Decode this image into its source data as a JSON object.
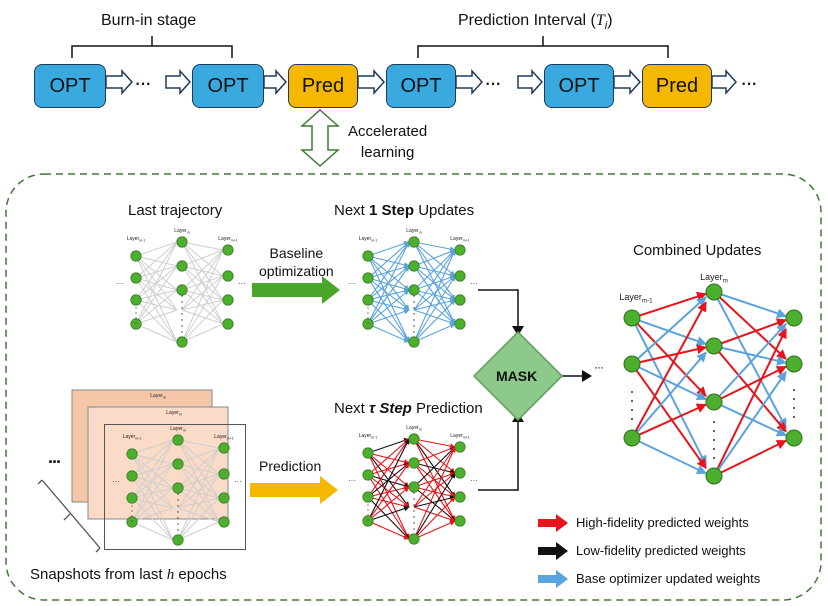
{
  "top": {
    "burn_in_label": "Burn-in stage",
    "prediction_interval_label": "Prediction Interval (",
    "prediction_interval_math": "T",
    "prediction_interval_sub": "i",
    "prediction_interval_close": ")",
    "boxes": [
      "OPT",
      "OPT",
      "Pred",
      "OPT",
      "OPT",
      "Pred"
    ],
    "ellipsis": "···"
  },
  "accelerated_label": [
    "Accelerated",
    "learning"
  ],
  "main": {
    "last_trajectory_label": "Last trajectory",
    "next1_pre": "Next ",
    "next1_bold": "1 Step",
    "next1_post": " Updates",
    "baseline_label": [
      "Baseline",
      "optimization"
    ],
    "prediction_label": "Prediction",
    "nexttau_pre": "Next ",
    "nexttau_bold": "τ Step",
    "nexttau_post": " Prediction",
    "mask_label": "MASK",
    "combined_label": "Combined Updates",
    "snapshots_pre": "Snapshots from last ",
    "snapshots_var": "h",
    "snapshots_post": " epochs",
    "ellipsis": "···"
  },
  "layer_labels": {
    "prev": "Layer",
    "prev_sub": "m-1",
    "cur": "Layer",
    "cur_sub": "m",
    "next": "Layer",
    "next_sub": "m+1"
  },
  "legend": [
    {
      "label": "High-fidelity predicted weights",
      "color": "#e8141b"
    },
    {
      "label": "Low-fidelity predicted weights",
      "color": "#111111"
    },
    {
      "label": "Base optimizer updated weights",
      "color": "#5aa3dc"
    }
  ],
  "colors": {
    "opt": "#3aa9e0",
    "pred": "#f5b700",
    "node": "#4caf2e",
    "green_arrow": "#4aa52b",
    "yellow_arrow": "#f5b700",
    "mask": "#8cc98a",
    "dashed_border": "#3e7a34"
  }
}
